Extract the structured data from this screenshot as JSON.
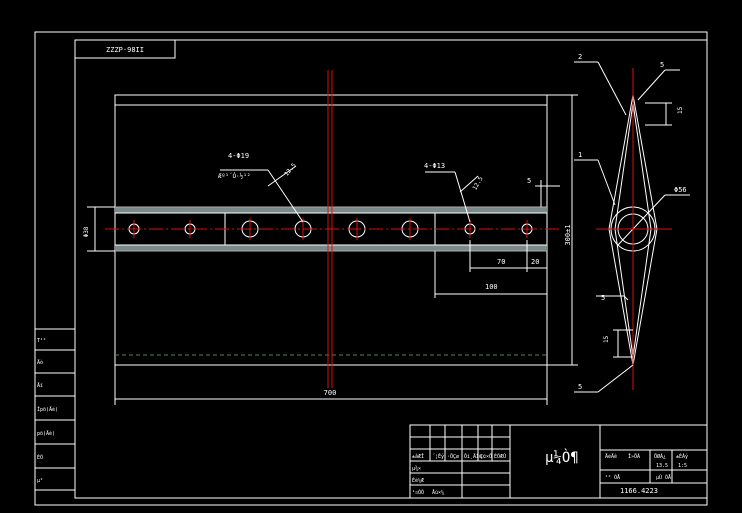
{
  "drawing": {
    "top_left_code": "ZZZP·98II",
    "dims": {
      "holes_left": "4-Φ19",
      "holes_left_note": "Æº¹´Ó·½¹²",
      "holes_left_angle": "12.5",
      "holes_right": "4-Φ13",
      "holes_right_angle": "12.5",
      "edge_offset": "5",
      "pitch_a": "70",
      "pitch_b": "20",
      "span": "100",
      "tube_dia": "Φ38",
      "height": "300",
      "height_suffix": "±1",
      "total_length": "700",
      "side_hole_dia": "Φ56",
      "side_gap": "5",
      "side_corner_top": "15",
      "side_corner_bot": "15",
      "leader_1": "1",
      "leader_2": "2",
      "leader_5_top": "5",
      "leader_5_bot": "5"
    },
    "left_strip": [
      "T¹²",
      "Äò",
      "Äï",
      "Ípö(Äé)",
      "pö(Äé)",
      "ÈÕ",
      "µ²"
    ],
    "title_block": {
      "main_title": "µ¼Ò¶",
      "rows": [
        "±âÆÎ",
        "µ¾×",
        "Éè¼Æ",
        "¹¤ÒÕ",
        "Åú×¼"
      ],
      "mid_cells": [
        "´¦Êý",
        "·ÖÇø",
        "Ôí¸ÄÌü",
        "Ç©×Ö",
        "ÈÕÆÚ"
      ],
      "right_top": [
        "ÄéÄê",
        "Î»ÖÃ",
        "ÖØÁ¿",
        "±ÈÀý"
      ],
      "scale_1": "13.5",
      "scale_2": "1:5",
      "sheet": "¹² ÕÅ",
      "sheet_2": "µÚ ÕÅ",
      "drawing_no": "1166.4223"
    }
  }
}
